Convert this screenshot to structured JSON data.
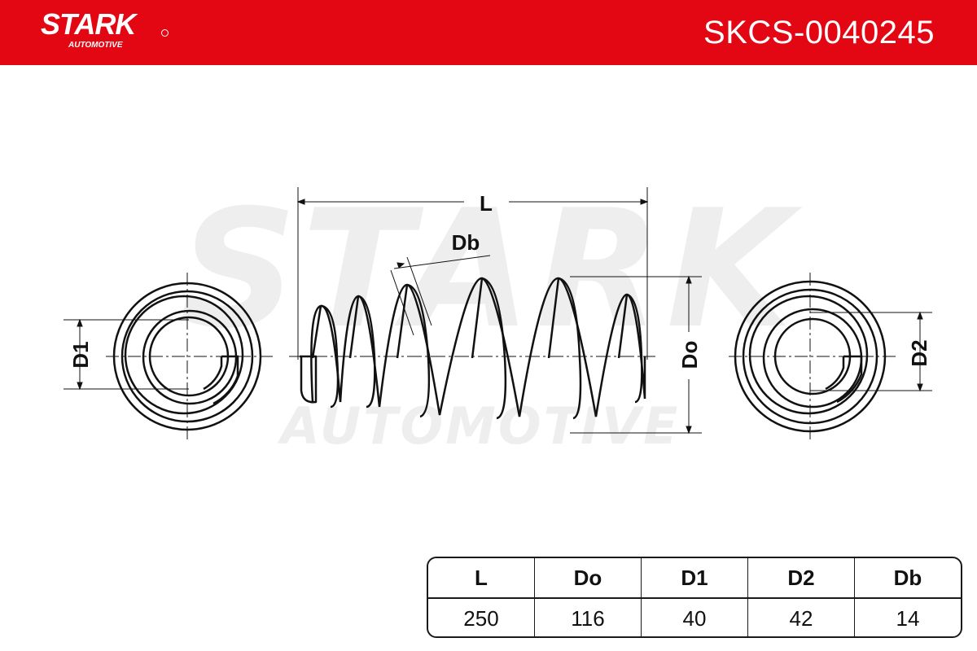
{
  "header": {
    "brand": "STARK",
    "brand_sub": "AUTOMOTIVE",
    "part_number": "SKCS-0040245",
    "color": "#e30613"
  },
  "watermark": {
    "main": "STARK",
    "sub": "AUTOMOTIVE"
  },
  "labels": {
    "length": "L",
    "wire": "Db",
    "outer": "Do",
    "d1": "D1",
    "d2": "D2"
  },
  "table": {
    "headers": [
      "L",
      "Do",
      "D1",
      "D2",
      "Db"
    ],
    "values": [
      "250",
      "116",
      "40",
      "42",
      "14"
    ]
  }
}
